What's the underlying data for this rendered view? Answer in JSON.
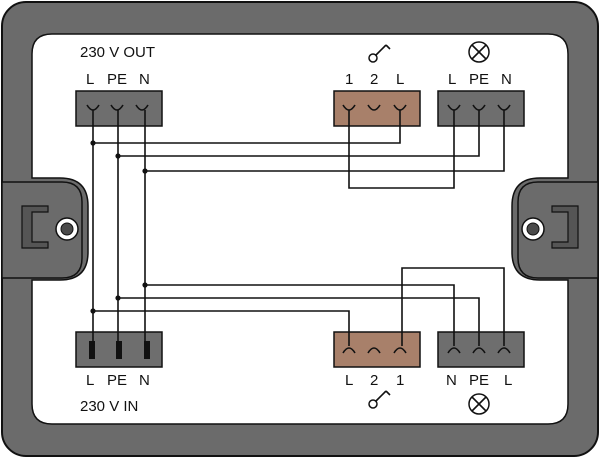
{
  "labels": {
    "out_title": "230 V OUT",
    "in_title": "230 V IN",
    "out_terminals": [
      "L",
      "PE",
      "N"
    ],
    "in_terminals": [
      "L",
      "PE",
      "N"
    ],
    "switch_top_terminals": [
      "1",
      "2",
      "L"
    ],
    "switch_bottom_terminals": [
      "L",
      "2",
      "1"
    ],
    "lamp_top_terminals": [
      "L",
      "PE",
      "N"
    ],
    "lamp_bottom_terminals": [
      "N",
      "PE",
      "L"
    ]
  },
  "colors": {
    "housing": "#6b6b6b",
    "housing_outline": "#111111",
    "panel": "#ffffff",
    "terminal_gray": "#6e6e6e",
    "terminal_brown": "#a8806a",
    "wire": "#111111"
  },
  "icons": {
    "switch": "switch-icon",
    "lamp": "lamp-icon",
    "mounting_ear": "mounting-ear-icon",
    "screw_hole": "screw-hole-icon"
  }
}
